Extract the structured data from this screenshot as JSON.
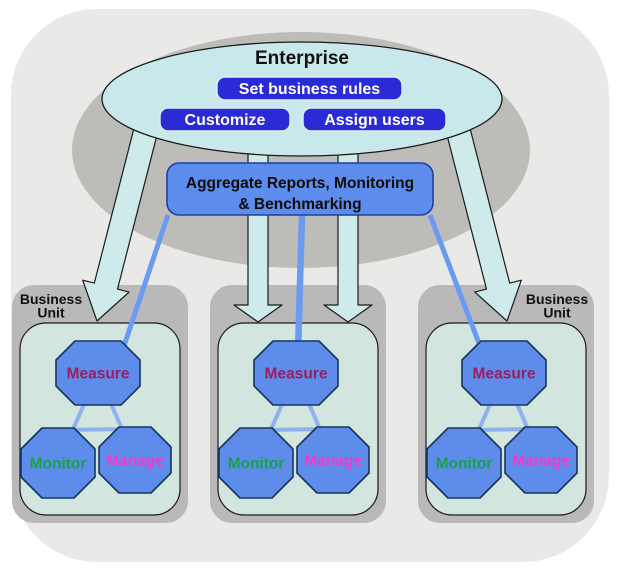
{
  "enterprise": {
    "title": "Enterprise",
    "buttons": {
      "set_business_rules": "Set business rules",
      "customize": "Customize",
      "assign_users": "Assign users"
    }
  },
  "aggregate": {
    "line1": "Aggregate Reports, Monitoring",
    "line2": "& Benchmarking"
  },
  "units": [
    {
      "label_line1": "Business",
      "label_line2": "Unit",
      "measure": "Measure",
      "monitor": "Monitor",
      "manage": "Manage"
    },
    {
      "measure": "Measure",
      "monitor": "Monitor",
      "manage": "Manage"
    },
    {
      "label_line1": "Business",
      "label_line2": "Unit",
      "measure": "Measure",
      "monitor": "Monitor",
      "manage": "Manage"
    }
  ],
  "colors": {
    "page_background": "#FFFFFF",
    "container_gray": "#E9E9E8",
    "shadow_ellipse_gray": "#BDBCB8",
    "unit_box_gray": "#B9B9B9",
    "unit_panel_green": "#D2E5DE",
    "enterprise_ellipse_cyan": "#C9E8EC",
    "arrow_cyan": "#CFEAEA",
    "button_blue": "#2B2BD5",
    "button_text": "#FFFFFF",
    "aggregate_box_blue": "#5C8CEC",
    "octagon_blue": "#5E8CEA",
    "connector_blue": "#6B9AF2",
    "measure_text": "#9E1C5C",
    "monitor_text": "#17A24A",
    "manage_text": "#EE3CCE"
  }
}
